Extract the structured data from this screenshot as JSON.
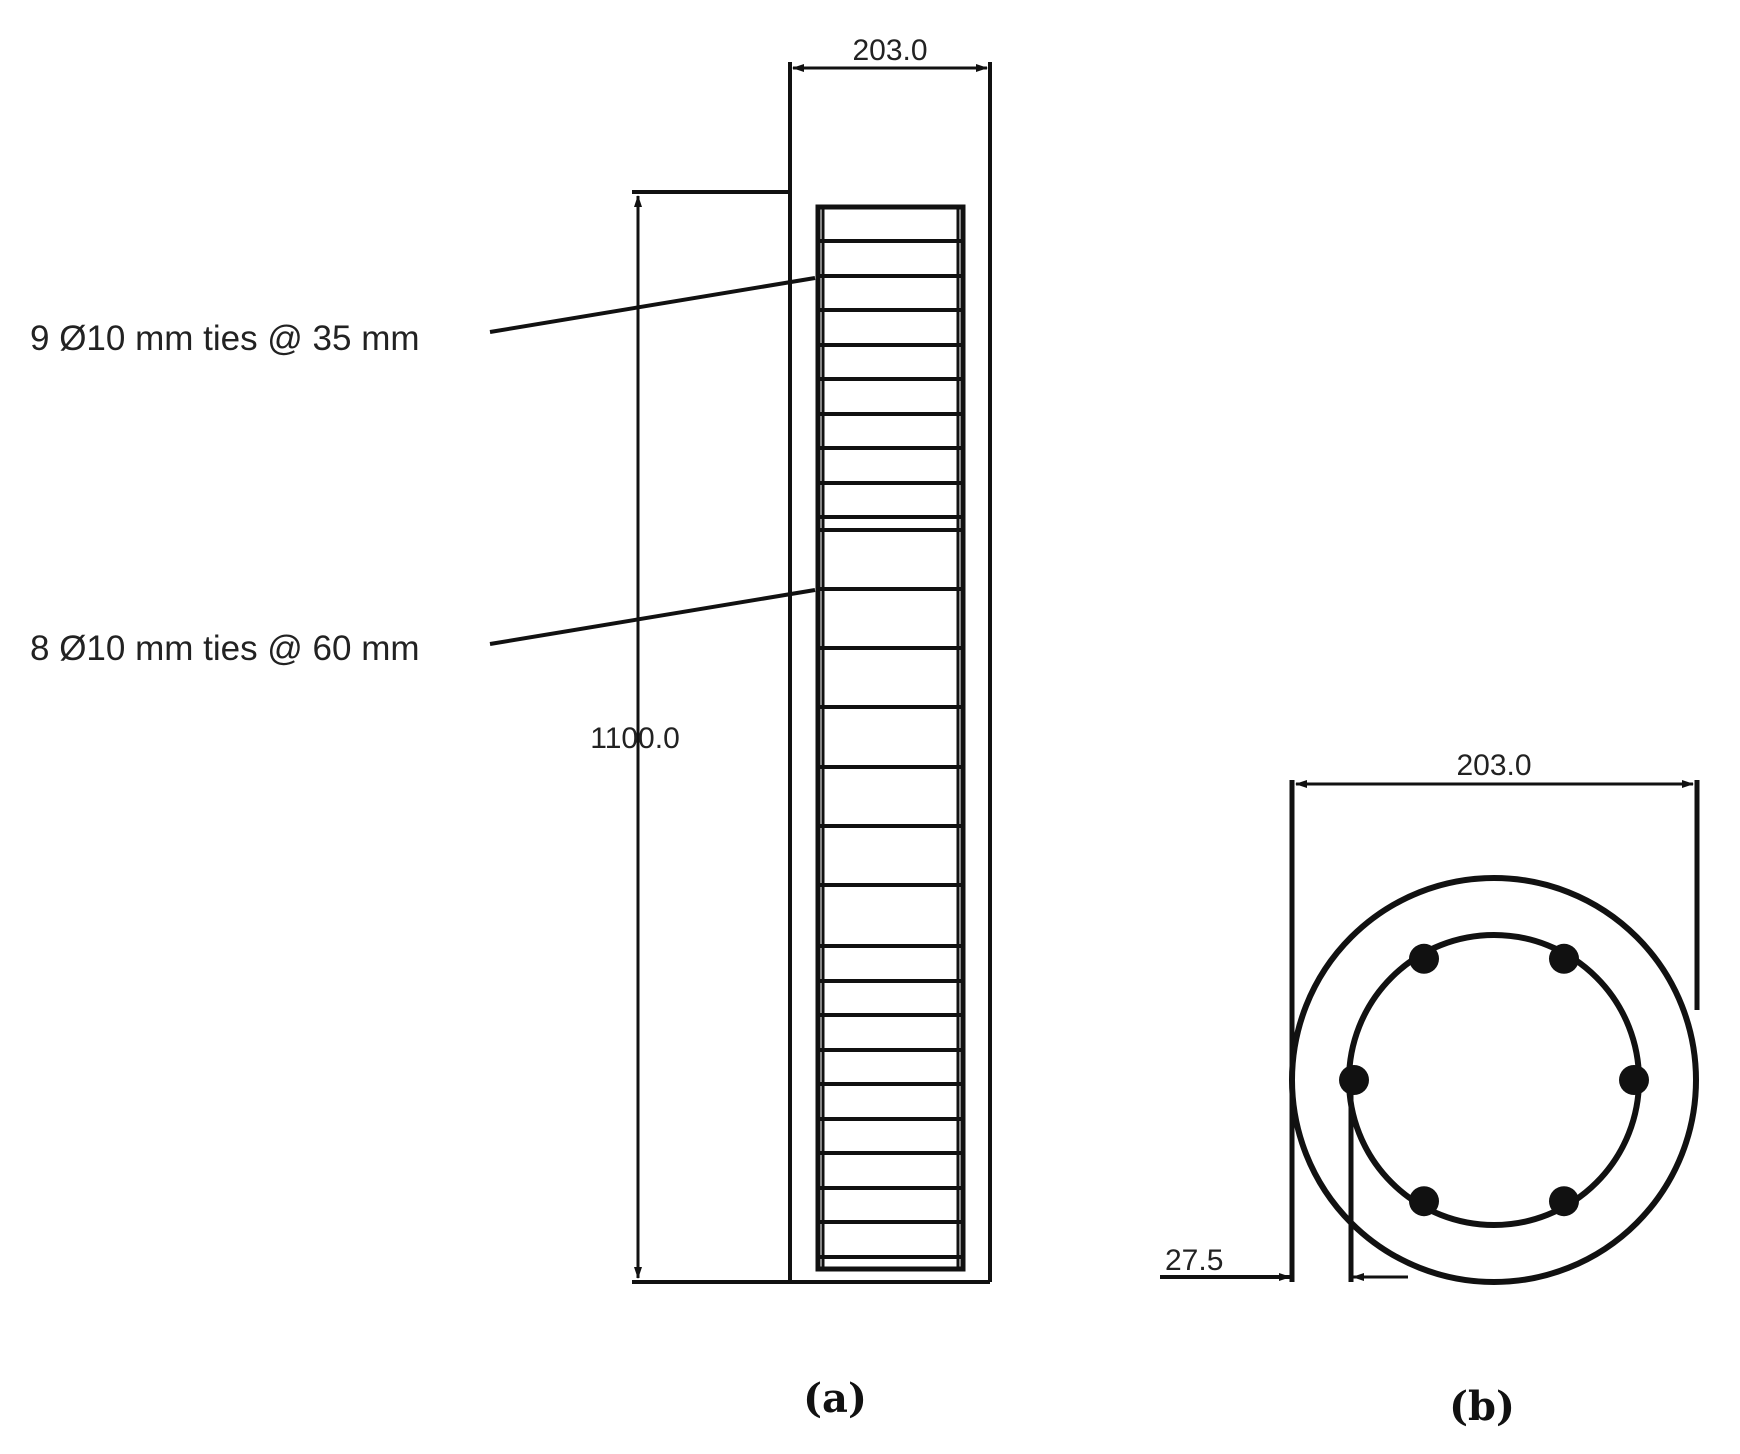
{
  "elevation": {
    "width_label": "203.0",
    "height_label": "1100.0",
    "callout_top": "9 Ø10 mm ties @ 35 mm",
    "callout_middle": "8 Ø10 mm ties @ 60 mm",
    "caption": "(a)"
  },
  "section": {
    "width_label": "203.0",
    "cover_label": "27.5",
    "caption": "(b)",
    "bar_count": 6
  }
}
